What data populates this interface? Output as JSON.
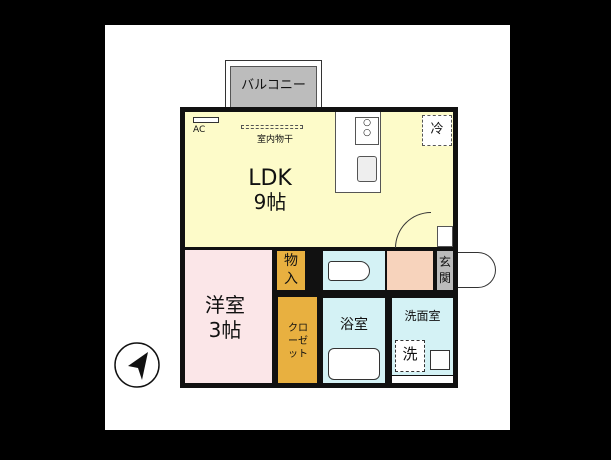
{
  "plan": {
    "balcony": "バルコニー",
    "ac": "AC",
    "drying": "室内物干",
    "fridge": "冷",
    "ldk": {
      "name": "LDK",
      "size": "9帖"
    },
    "western_room": {
      "name": "洋室",
      "size": "3帖"
    },
    "storage": "物入",
    "closet": "クローゼット",
    "entrance": "玄関",
    "bath": "浴室",
    "washroom": "洗面室",
    "washer": "洗"
  },
  "colors": {
    "ldk": "#fdfbc9",
    "western_room": "#fbe6e8",
    "storage": "#e8b040",
    "wet_area": "#d4f2f5",
    "hall": "#f7d3bc",
    "entrance": "#bbbbbb",
    "balcony": "#bcbcbc"
  }
}
